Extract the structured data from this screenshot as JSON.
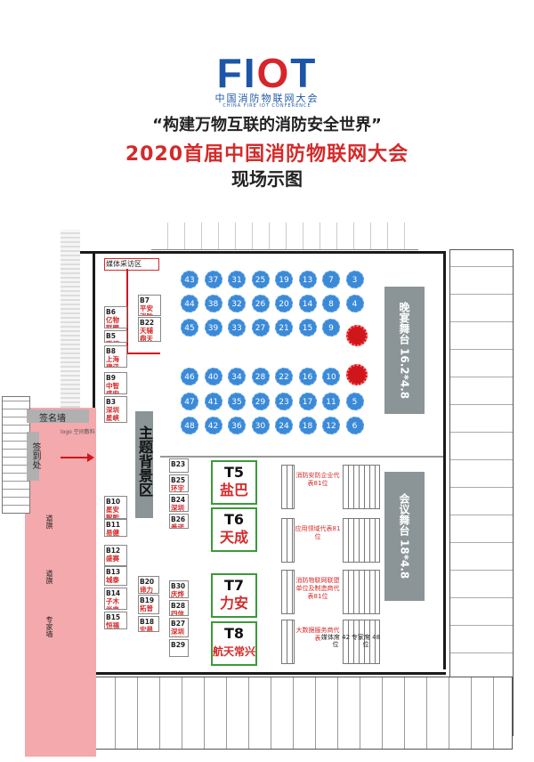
{
  "logo": {
    "text_f": "FI",
    "text_o": "O",
    "text_t": "T",
    "cn": "中国消防物联网大会",
    "en": "CHINA FIRE IOT CONFERENCE"
  },
  "slogan": "“构建万物互联的消防安全世界”",
  "conference_title": "2020首届中国消防物联网大会",
  "subtitle": "现场示图",
  "areas": {
    "media": "媒体采访区",
    "theme_wall": "主题背景区",
    "sign_wall": "签名墙",
    "sign_in": "签到处",
    "logo_note": "logo 空间敷料",
    "flag1": "道旗",
    "flag2": "道旗",
    "expert_wall": "专家墙"
  },
  "seat_rows": [
    [
      "43",
      "37",
      "31",
      "25",
      "19",
      "13",
      "7",
      "3"
    ],
    [
      "44",
      "38",
      "32",
      "26",
      "20",
      "14",
      "8",
      "4"
    ],
    [
      "45",
      "39",
      "33",
      "27",
      "21",
      "15",
      "9"
    ],
    [
      "46",
      "40",
      "34",
      "28",
      "22",
      "16",
      "10"
    ],
    [
      "47",
      "41",
      "35",
      "29",
      "23",
      "17",
      "11",
      "5"
    ],
    [
      "48",
      "42",
      "36",
      "30",
      "24",
      "18",
      "12",
      "6"
    ]
  ],
  "stages": [
    {
      "label": "晚宴舞台",
      "size": "16.2*4.8"
    },
    {
      "label": "会议舞台",
      "size": "18*4.8"
    }
  ],
  "left_booths": [
    {
      "id": "B6",
      "name": "亿物联盟"
    },
    {
      "id": "B5",
      "name": "腾视科"
    },
    {
      "id": "B8",
      "name": "上海建讯"
    },
    {
      "id": "B9",
      "name": "中智盛安"
    },
    {
      "id": "B3",
      "name": "深圳星峡"
    },
    {
      "id": "B10",
      "name": "星安智能"
    },
    {
      "id": "B11",
      "name": "易健"
    },
    {
      "id": "B12",
      "name": "盛赛"
    },
    {
      "id": "B13",
      "name": "城泰"
    },
    {
      "id": "B14",
      "name": "子木光电"
    },
    {
      "id": "B15",
      "name": "恒福"
    }
  ],
  "mid_booths": [
    {
      "id": "B7",
      "name": "平安消防"
    },
    {
      "id": "B22",
      "name": "天辅鼎天"
    },
    {
      "id": "B23",
      "name": ""
    },
    {
      "id": "B25",
      "name": "环宇智谷"
    },
    {
      "id": "B24",
      "name": "深圳智慧"
    },
    {
      "id": "B26",
      "name": "悉诺"
    },
    {
      "id": "B20",
      "name": "谛力科技"
    },
    {
      "id": "B19",
      "name": "拓普索尔"
    },
    {
      "id": "B18",
      "name": "宏晨"
    },
    {
      "id": "B30",
      "name": "庆烨"
    },
    {
      "id": "B28",
      "name": "四信"
    },
    {
      "id": "B27",
      "name": "深圳前海普"
    },
    {
      "id": "B29",
      "name": ""
    }
  ],
  "t_booths": [
    {
      "id": "T5",
      "name": "盐巴"
    },
    {
      "id": "T6",
      "name": "天成"
    },
    {
      "id": "T7",
      "name": "力安"
    },
    {
      "id": "T8",
      "name": "航天常兴"
    }
  ],
  "seat_labels": [
    "消防安防企业代表81位",
    "应用领域代表81位",
    "消防物联网联盟单位及制造商代表81位",
    "大数据服务商代表"
  ],
  "bottom_labels": {
    "media_seats": "媒体席 42位",
    "expert_seats": "专家席 48位"
  },
  "colors": {
    "blue": "#3b8ad8",
    "red": "#d42a2a",
    "pink": "#f4a9ad",
    "green": "#3a9a3a",
    "stage": "#8b9497"
  }
}
